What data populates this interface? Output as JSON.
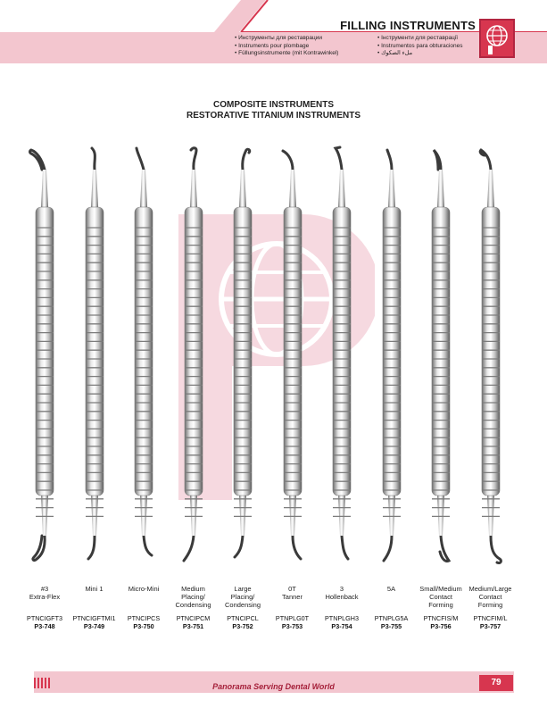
{
  "header": {
    "title": "FILLING INSTRUMENTS",
    "languages_left": [
      "Инструменты для реставрации",
      "Instruments pour plombage",
      "Füllungsinstrumente (mit Kontrawinkel)"
    ],
    "languages_right": [
      "Інструменти для реставрації",
      "Instrumentos para obturaciones",
      "ملء الصكوك"
    ],
    "accent_color": "#d7364f",
    "band_color": "#f3c6cf"
  },
  "headings": {
    "line1": "COMPOSITE INSTRUMENTS",
    "line2": "RESTORATIVE TITANIUM INSTRUMENTS"
  },
  "instruments": [
    {
      "label": "#3\nExtra-Flex",
      "code": "PTNCIGFT3",
      "ref": "P3-748"
    },
    {
      "label": "Mini 1",
      "code": "PTNCIGFTMI1",
      "ref": "P3-749"
    },
    {
      "label": "Micro-Mini",
      "code": "PTNCIPCS",
      "ref": "P3-750"
    },
    {
      "label": "Medium\nPlacing/\nCondensing",
      "code": "PTNCIPCM",
      "ref": "P3-751"
    },
    {
      "label": "Large\nPlacing/\nCondensing",
      "code": "PTNCIPCL",
      "ref": "P3-752"
    },
    {
      "label": "0T\nTanner",
      "code": "PTNPLG0T",
      "ref": "P3-753"
    },
    {
      "label": "3\nHollenback",
      "code": "PTNPLGH3",
      "ref": "P3-754"
    },
    {
      "label": "5A",
      "code": "PTNPLG5A",
      "ref": "P3-755"
    },
    {
      "label": "Small/Medium\nContact\nForming",
      "code": "PTNCFIS/M",
      "ref": "P3-756"
    },
    {
      "label": "Medium/Large\nContact\nForming",
      "code": "PTNCFIM/L",
      "ref": "P3-757"
    }
  ],
  "footer": {
    "tagline": "Panorama Serving Dental World",
    "page_number": "79"
  }
}
